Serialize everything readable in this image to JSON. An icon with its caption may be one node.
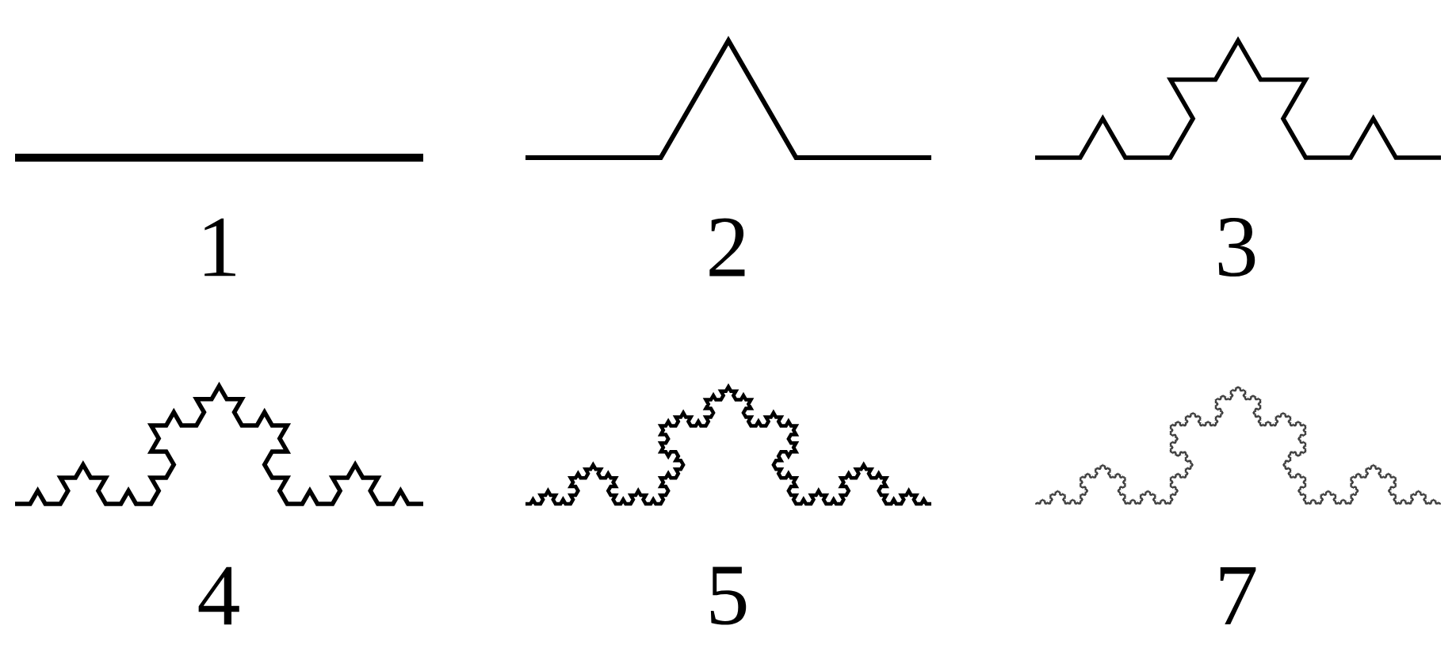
{
  "diagram": {
    "labels": [
      "1",
      "2",
      "3",
      "4",
      "5",
      "7"
    ]
  }
}
